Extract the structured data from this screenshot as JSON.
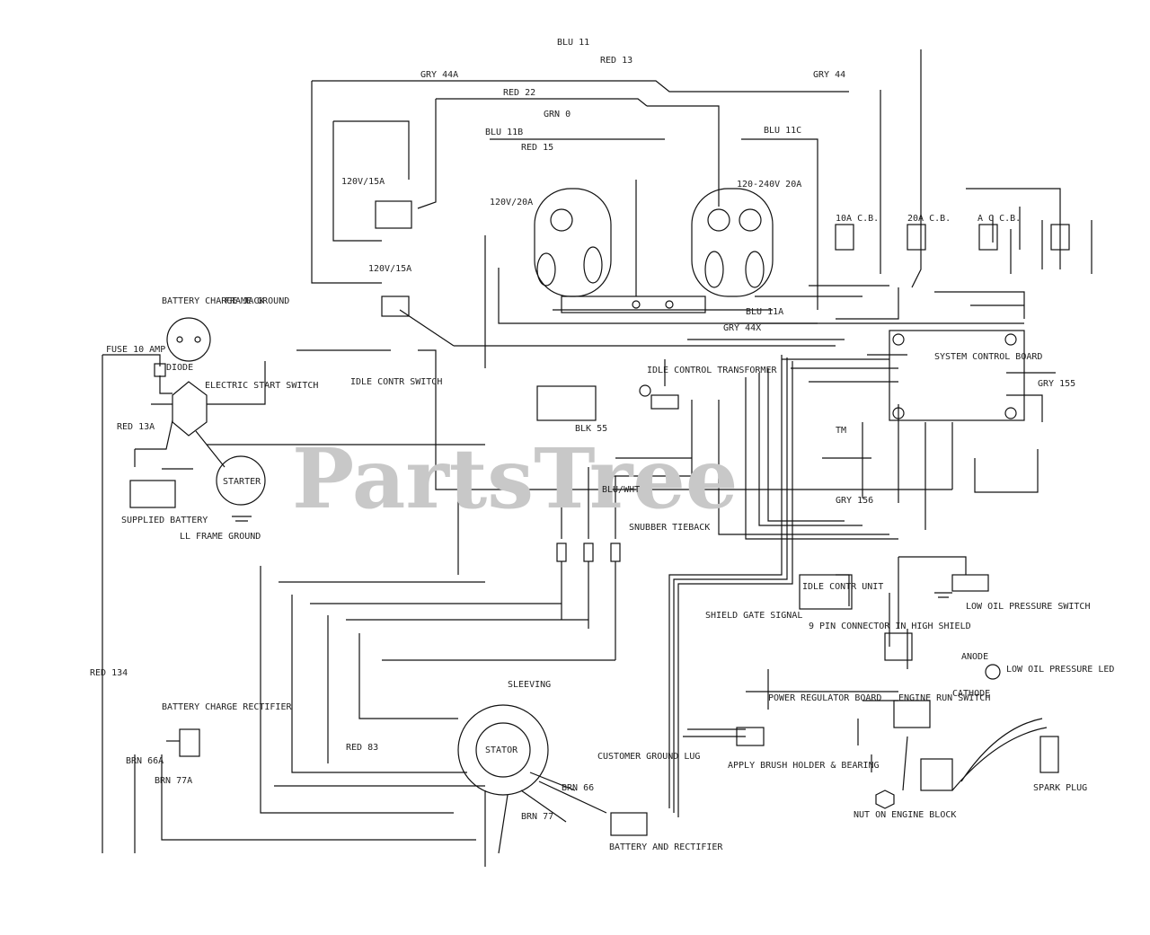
{
  "watermark": "PartsTree",
  "watermark_tm": "TM",
  "labels": {
    "blu_11": "BLU 11",
    "red_13": "RED 13",
    "gry_44a": "GRY 44A",
    "red_22": "RED 22",
    "gry_44": "GRY 44",
    "grn_0": "GRN 0",
    "blu_11b": "BLU 11B",
    "red_15": "RED 15",
    "blu_11c": "BLU 11C",
    "recept_120_15_top": "120V/15A",
    "recept_120_20": "120V/20A",
    "recept_120_240": "120-240V 20A",
    "recept_120_15": "120V/15A",
    "cb_10a_1": "10A C.B.",
    "cb_20a": "20A C.B.",
    "cb_10a_2": "A C C.B.",
    "battery_charge_jack": "BATTERY CHARGE JACK",
    "frame_ground": "FRAME GROUND",
    "fuse": "FUSE 10 AMP",
    "diode": "DIODE",
    "electric_start_switch": "ELECTRIC START SWITCH",
    "starter": "STARTER",
    "supplied_battery": "SUPPLIED BATTERY",
    "idle_contr_switch": "IDLE CONTR SWITCH",
    "idle_control_transformer": "IDLE CONTROL TRANSFORMER",
    "system_control_board": "SYSTEM CONTROL BOARD",
    "ll_frame_ground": "LL FRAME GROUND",
    "snubber_tieback": "SNUBBER TIEBACK",
    "shield_gate_signal": "SHIELD GATE SIGNAL",
    "idle_contr_unit": "IDLE CONTR UNIT",
    "low_oil_pressure_switch": "LOW OIL PRESSURE SWITCH",
    "pin_connector": "9 PIN CONNECTOR IN HIGH SHIELD",
    "low_oil_pressure_led": "LOW OIL PRESSURE LED",
    "anode": "ANODE",
    "cathode": "CATHODE",
    "engine_run_switch": "ENGINE RUN SWITCH",
    "power_regulator_board": "POWER REGULATOR BOARD",
    "spark_plug": "SPARK PLUG",
    "nut_on_engine_block": "NUT ON ENGINE BLOCK",
    "brush_holder": "APPLY BRUSH HOLDER & BEARING",
    "customer_ground_lug": "CUSTOMER GROUND LUG",
    "stator": "STATOR",
    "sleeving": "SLEEVING",
    "battery_charge_rectifier": "BATTERY CHARGE RECTIFIER",
    "battery_and_rectifier": "BATTERY AND RECTIFIER",
    "red_13a": "RED 13A",
    "red_134": "RED 134",
    "brn_66a": "BRN 66A",
    "brn_77a": "BRN 77A",
    "brn_77": "BRN 77",
    "brn_66": "BRN 66",
    "gry_155": "GRY 155",
    "gry_156": "GRY 156",
    "blu_wht": "BLU/WHT",
    "blk_55": "BLK 55",
    "gry_44x": "GRY 44X",
    "blu_11a": "BLU 11A",
    "red_83": "RED 83"
  }
}
